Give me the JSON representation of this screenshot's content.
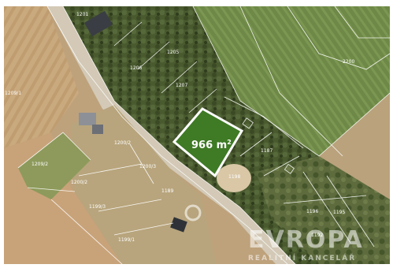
{
  "highlight": {
    "area_value": "966",
    "area_unit": "m",
    "area_sup": "2",
    "border_color": "#ffffff",
    "fill_color": "#3f7a25"
  },
  "parcels": [
    {
      "label": "1201"
    },
    {
      "label": "1205"
    },
    {
      "label": "1206"
    },
    {
      "label": "1207"
    },
    {
      "label": "2200"
    },
    {
      "label": "1209/1"
    },
    {
      "label": "1200/2"
    },
    {
      "label": "1209/2"
    },
    {
      "label": "1200/3"
    },
    {
      "label": "1200/2"
    },
    {
      "label": "1187"
    },
    {
      "label": "1198"
    },
    {
      "label": "1199/3"
    },
    {
      "label": "1199/1"
    },
    {
      "label": "1196"
    },
    {
      "label": "1195"
    },
    {
      "label": "1189"
    },
    {
      "label": "1192"
    }
  ],
  "watermark": {
    "brand": "EVROPA",
    "tagline": "REALITNÍ KANCELÁŘ"
  },
  "colors": {
    "field_tan": "#c7a77b",
    "forest_dark": "#4a5a2f",
    "green_field": "#6f8a46",
    "road": "#cfc6b3"
  }
}
